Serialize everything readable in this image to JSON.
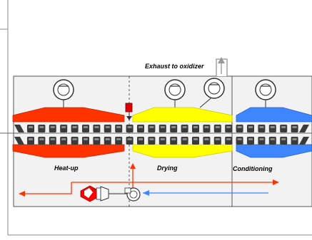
{
  "labels": {
    "exhaust": "Exhaust to oxidizer",
    "heatup": "Heat-up",
    "drying": "Drying",
    "conditioning": "Conditioning"
  },
  "zones": [
    {
      "name": "heatup",
      "color": "#ff3300"
    },
    {
      "name": "drying",
      "color": "#ffff00"
    },
    {
      "name": "conditioning",
      "color": "#3d86ff"
    }
  ],
  "colors": {
    "chamber_fill": "#f2f2f2",
    "hot_air": "#ff3300",
    "fresh_air": "#3d86ff",
    "roller": "#3a3a3a",
    "burner": "#ff0000",
    "frame": "#555555"
  },
  "icons": [
    "fan-icon",
    "burner-icon",
    "damper-icon",
    "exhaust-arrow-icon",
    "roller-icon"
  ]
}
